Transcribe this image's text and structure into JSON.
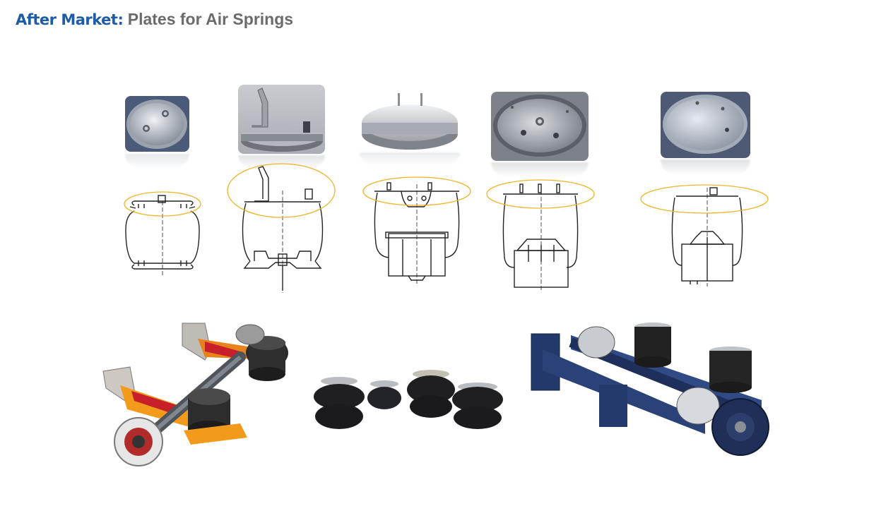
{
  "header": {
    "prefix": "After Market:",
    "title": "Plates for Air Springs"
  },
  "colors": {
    "brand_blue": "#1f5ca6",
    "title_gray": "#6b6b6b",
    "highlight_ellipse": "#f0b429",
    "axle_orange": "#f29a1a",
    "axle_navy": "#1e2f5c"
  },
  "plates": [
    {
      "style": "round-flat-two-studs"
    },
    {
      "style": "plate-with-bracket"
    },
    {
      "style": "domed-two-pins"
    },
    {
      "style": "deep-plate-studs"
    },
    {
      "style": "flat-plate-holes"
    }
  ],
  "photos": [
    {
      "subject": "orange-trailer-axle-with-air-springs"
    },
    {
      "subject": "group-of-convoluted-air-springs"
    },
    {
      "subject": "navy-trailer-axle-with-air-springs"
    }
  ]
}
